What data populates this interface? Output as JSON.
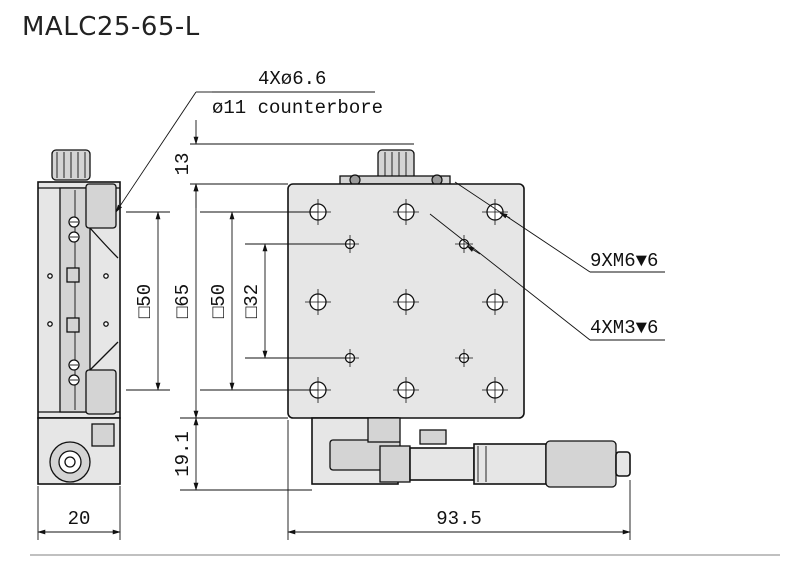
{
  "title": "MALC25-65-L",
  "callouts": {
    "top_hole": "4Xø6.6",
    "top_counterbore": "ø11 counterbore",
    "m6": "9XM6▼6",
    "m3": "4XM3▼6"
  },
  "dimensions": {
    "top": "13",
    "sq50_side": "□50",
    "sq65": "□65",
    "sq50_inner": "□50",
    "sq32": "□32",
    "height_191": "19.1",
    "width_20": "20",
    "length_935": "93.5"
  }
}
